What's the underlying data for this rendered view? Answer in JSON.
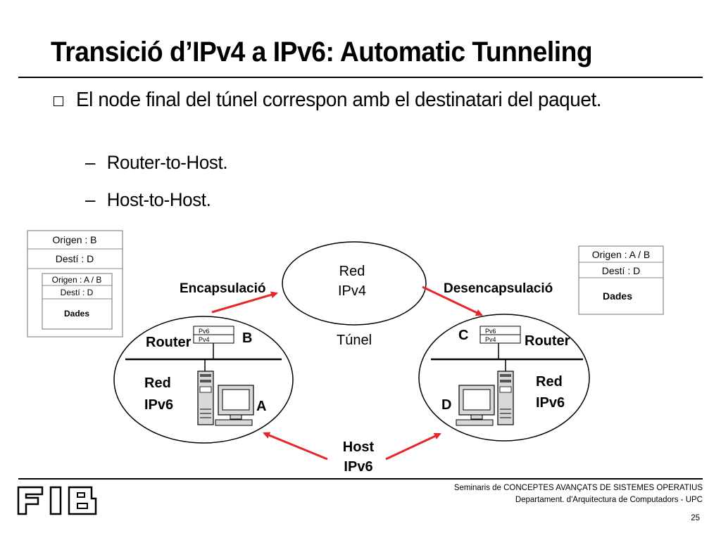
{
  "slide": {
    "title": "Transició d’IPv4 a IPv6: Automatic Tunneling",
    "bullet": "El node final del túnel correspon amb el destinatari del paquet.",
    "subitems": [
      "Router-to-Host.",
      "Host-to-Host."
    ]
  },
  "diagram": {
    "left_packet": {
      "outer_origin": "Origen : B",
      "outer_dest": "Destí : D",
      "inner_origin": "Origen : A / B",
      "inner_dest": "Destí : D",
      "inner_data": "Dades"
    },
    "right_packet": {
      "origin": "Origen : A / B",
      "dest": "Destí : D",
      "data": "Dades"
    },
    "encapsulation_label": "Encapsulació",
    "decapsulation_label": "Desencapsulació",
    "ipv4_cloud": [
      "Red",
      "IPv4"
    ],
    "tunnel_label": "Túnel",
    "left_network": {
      "router_label": "Router",
      "router_id": "B",
      "stack_top": "Pv6",
      "stack_bottom": "Pv4",
      "net_label": [
        "Red",
        "IPv6"
      ],
      "host_id": "A"
    },
    "right_network": {
      "router_label": "Router",
      "router_id": "C",
      "stack_top": "Pv6",
      "stack_bottom": "Pv4",
      "net_label": [
        "Red",
        "IPv6"
      ],
      "host_id": "D"
    },
    "host_label": [
      "Host",
      "IPv6"
    ]
  },
  "footer": {
    "logo": "FIB",
    "line1": "Seminaris de CONCEPTES AVANÇATS DE SISTEMES OPERATIUS",
    "line2": "Departament.  d'Arquitectura de Computadors - UPC",
    "page": "25"
  },
  "colors": {
    "arrow": "#e8262a",
    "packet_border": "#888888",
    "text": "#000000"
  }
}
